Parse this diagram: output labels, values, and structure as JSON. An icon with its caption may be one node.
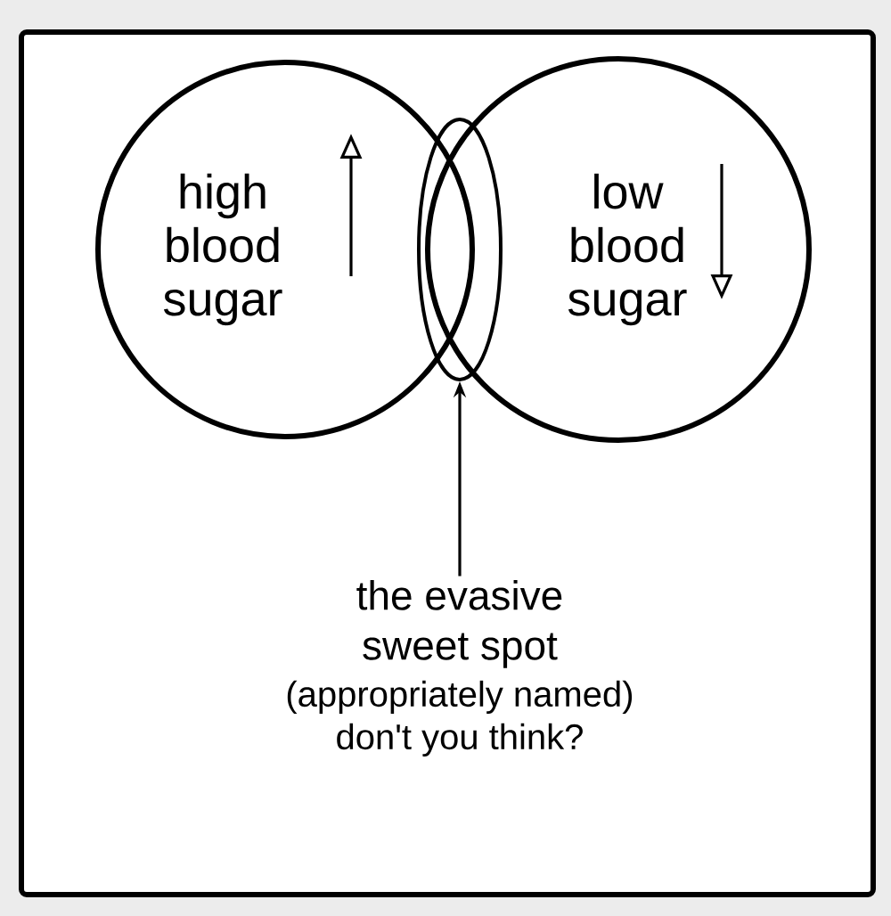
{
  "diagram": {
    "nodes": [
      {
        "text": [
          "high blood sugar"
        ]
      },
      {
        "text": [
          "low blood sugar"
        ]
      },
      {
        "text": [],
        "shape": "ellipse"
      },
      {
        "text": [
          "the evasive sweet spot",
          "(appropriately named) don't you think?"
        ]
      }
    ],
    "edges": [
      {
        "from": 3,
        "to": 2,
        "arrow": "to"
      }
    ]
  }
}
